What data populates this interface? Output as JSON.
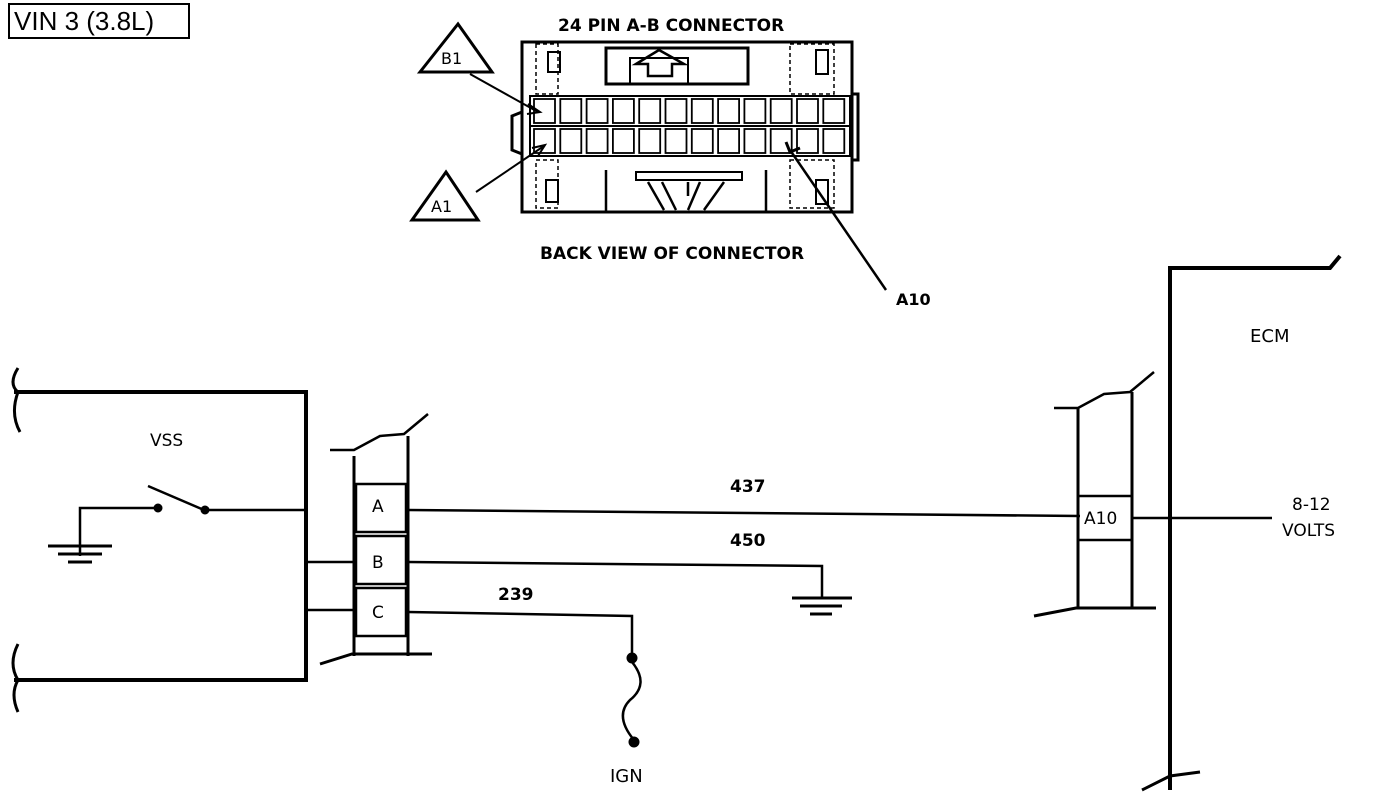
{
  "header": {
    "vin_label": "VIN 3 (3.8L)"
  },
  "connector_view": {
    "title": "24 PIN A-B CONNECTOR",
    "caption": "BACK VIEW OF CONNECTOR",
    "callouts": [
      "B1",
      "A1",
      "A10"
    ]
  },
  "vss": {
    "label": "VSS"
  },
  "harness_connector": {
    "pins": [
      "A",
      "B",
      "C"
    ]
  },
  "wires": [
    {
      "circuit": "437"
    },
    {
      "circuit": "450"
    },
    {
      "circuit": "239"
    }
  ],
  "ecm": {
    "label": "ECM",
    "pin_label": "A10",
    "voltage_line1": "8-12",
    "voltage_line2": "VOLTS"
  },
  "ignition": {
    "label": "IGN"
  }
}
